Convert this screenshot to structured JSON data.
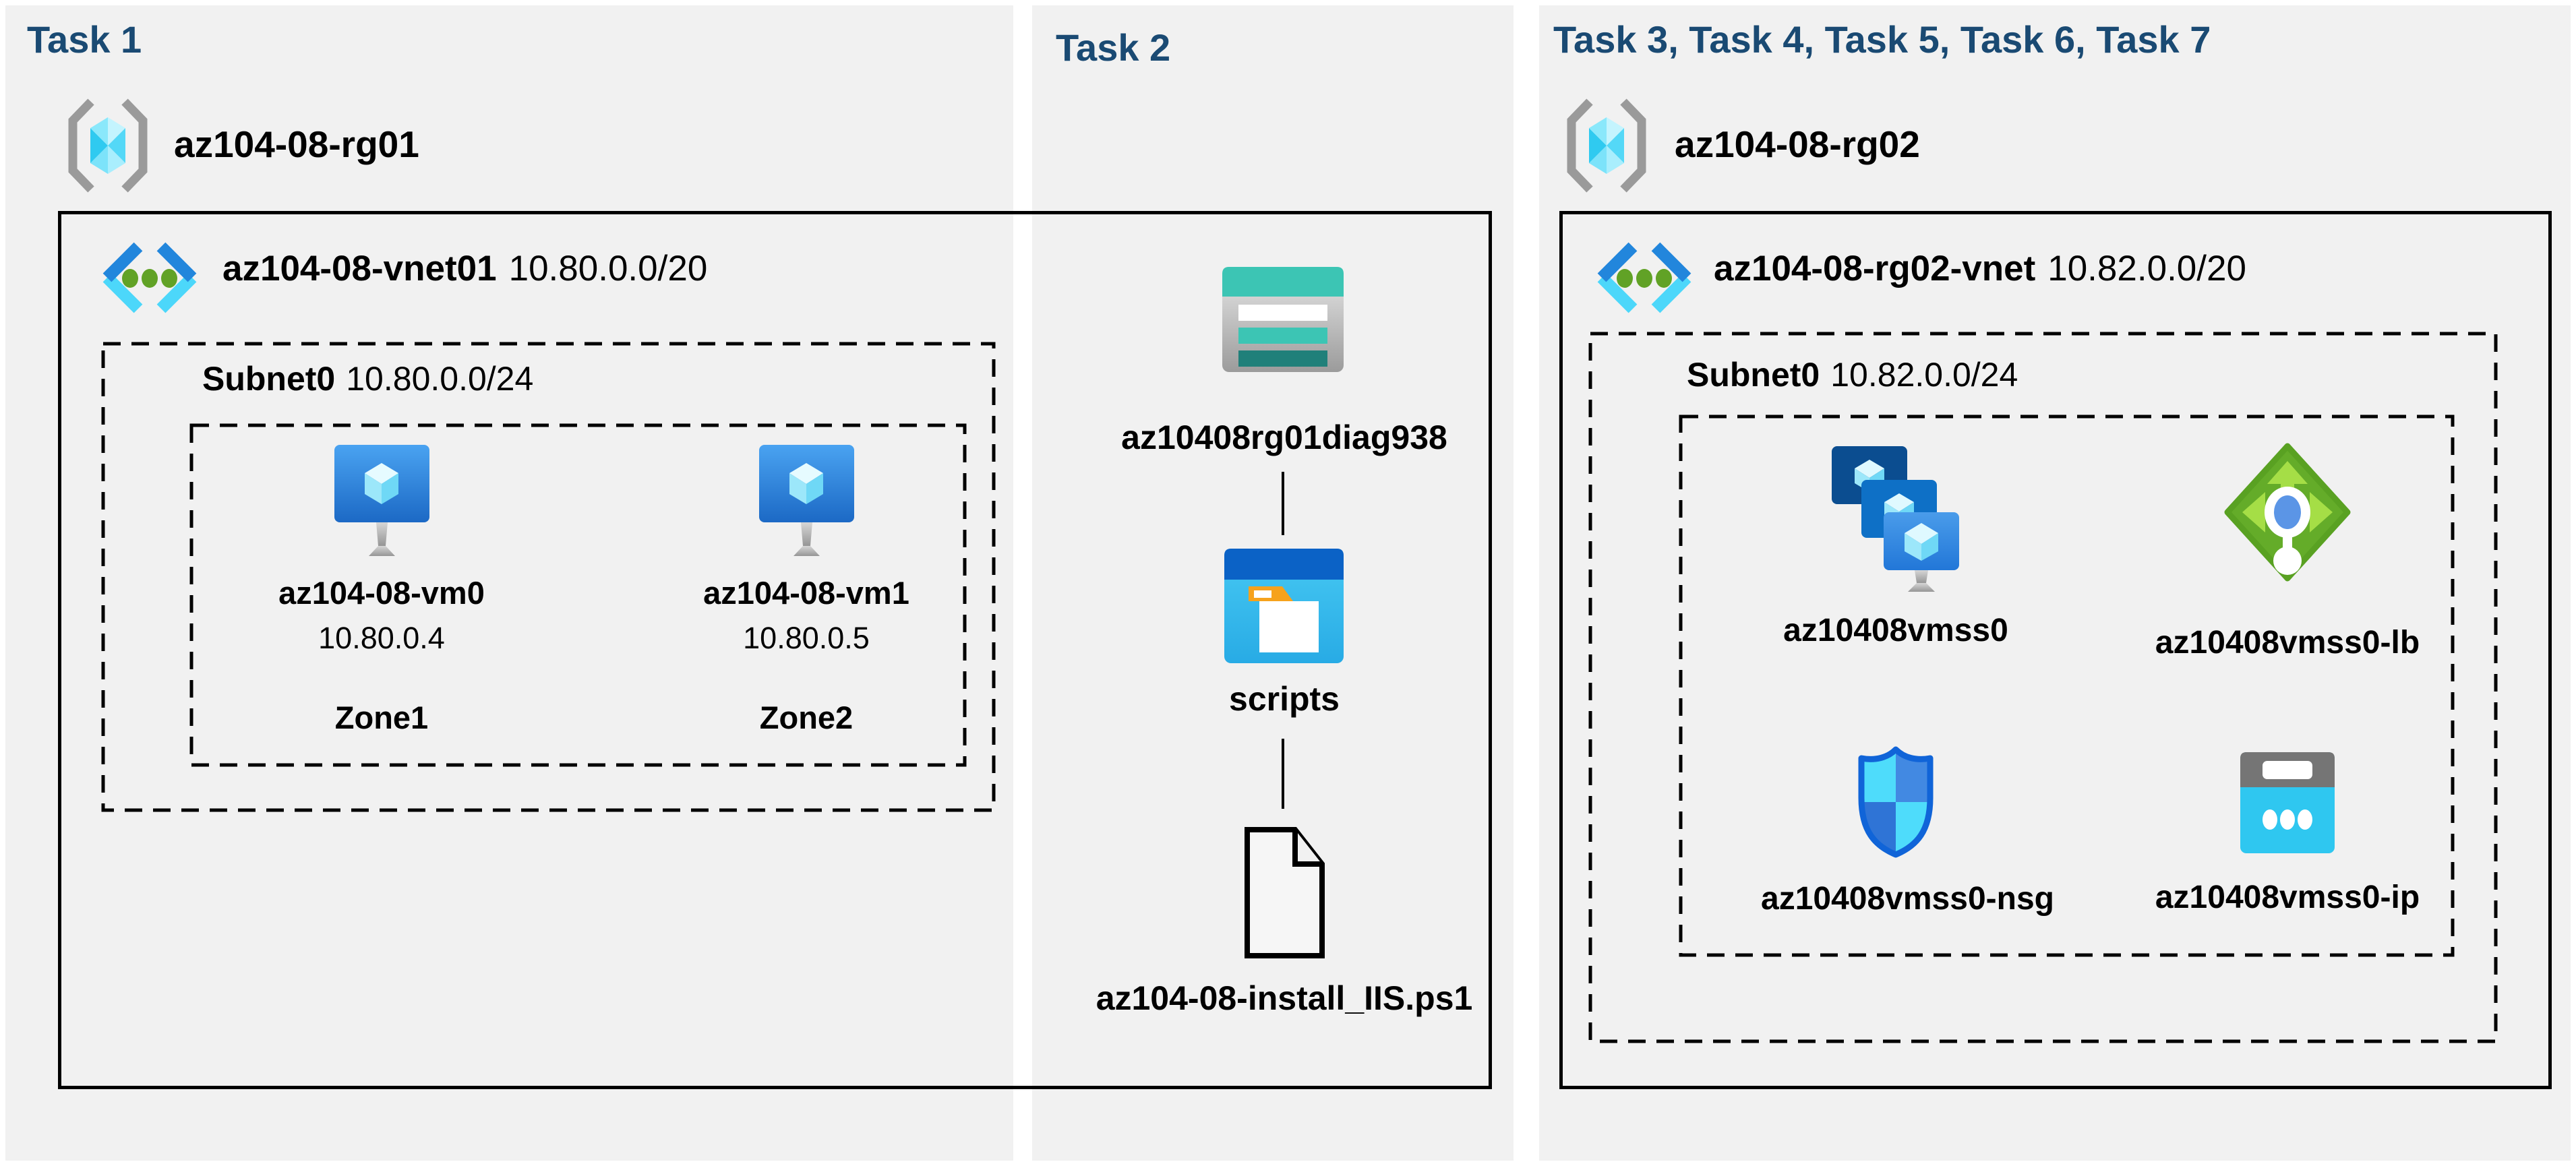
{
  "colors": {
    "page_bg": "#ffffff",
    "panel_bg": "#f1f1f1",
    "title_text": "#1a4a73",
    "label_text": "#000000",
    "box_border": "#000000",
    "storage_teal": "#3cc5b4",
    "azure_blue": "#2286dc",
    "cyan_accent": "#4cd7fa",
    "loadbalancer_green": "#64ac29"
  },
  "panels": [
    {
      "title": "Task 1",
      "resource_group": {
        "name": "az104-08-rg01"
      },
      "vnet": {
        "name": "az104-08-vnet01",
        "cidr": "10.80.0.0/20"
      },
      "subnet": {
        "name": "Subnet0",
        "cidr": "10.80.0.0/24"
      },
      "vms": [
        {
          "name": "az104-08-vm0",
          "ip": "10.80.0.4",
          "zone": "Zone1"
        },
        {
          "name": "az104-08-vm1",
          "ip": "10.80.0.5",
          "zone": "Zone2"
        }
      ]
    },
    {
      "title": "Task 2",
      "storage_account": {
        "name": "az10408rg01diag938"
      },
      "folder": {
        "name": "scripts"
      },
      "file": {
        "name": "az104-08-install_IIS.ps1"
      }
    },
    {
      "title": "Task 3, Task 4, Task 5, Task 6, Task 7",
      "resource_group": {
        "name": "az104-08-rg02"
      },
      "vnet": {
        "name": "az104-08-rg02-vnet",
        "cidr": "10.82.0.0/20"
      },
      "subnet": {
        "name": "Subnet0",
        "cidr": "10.82.0.0/24"
      },
      "resources": [
        {
          "name": "az10408vmss0",
          "type": "vm-scale-set"
        },
        {
          "name": "az10408vmss0-lb",
          "type": "load-balancer"
        },
        {
          "name": "az10408vmss0-nsg",
          "type": "network-security-group"
        },
        {
          "name": "az10408vmss0-ip",
          "type": "public-ip"
        }
      ]
    }
  ]
}
